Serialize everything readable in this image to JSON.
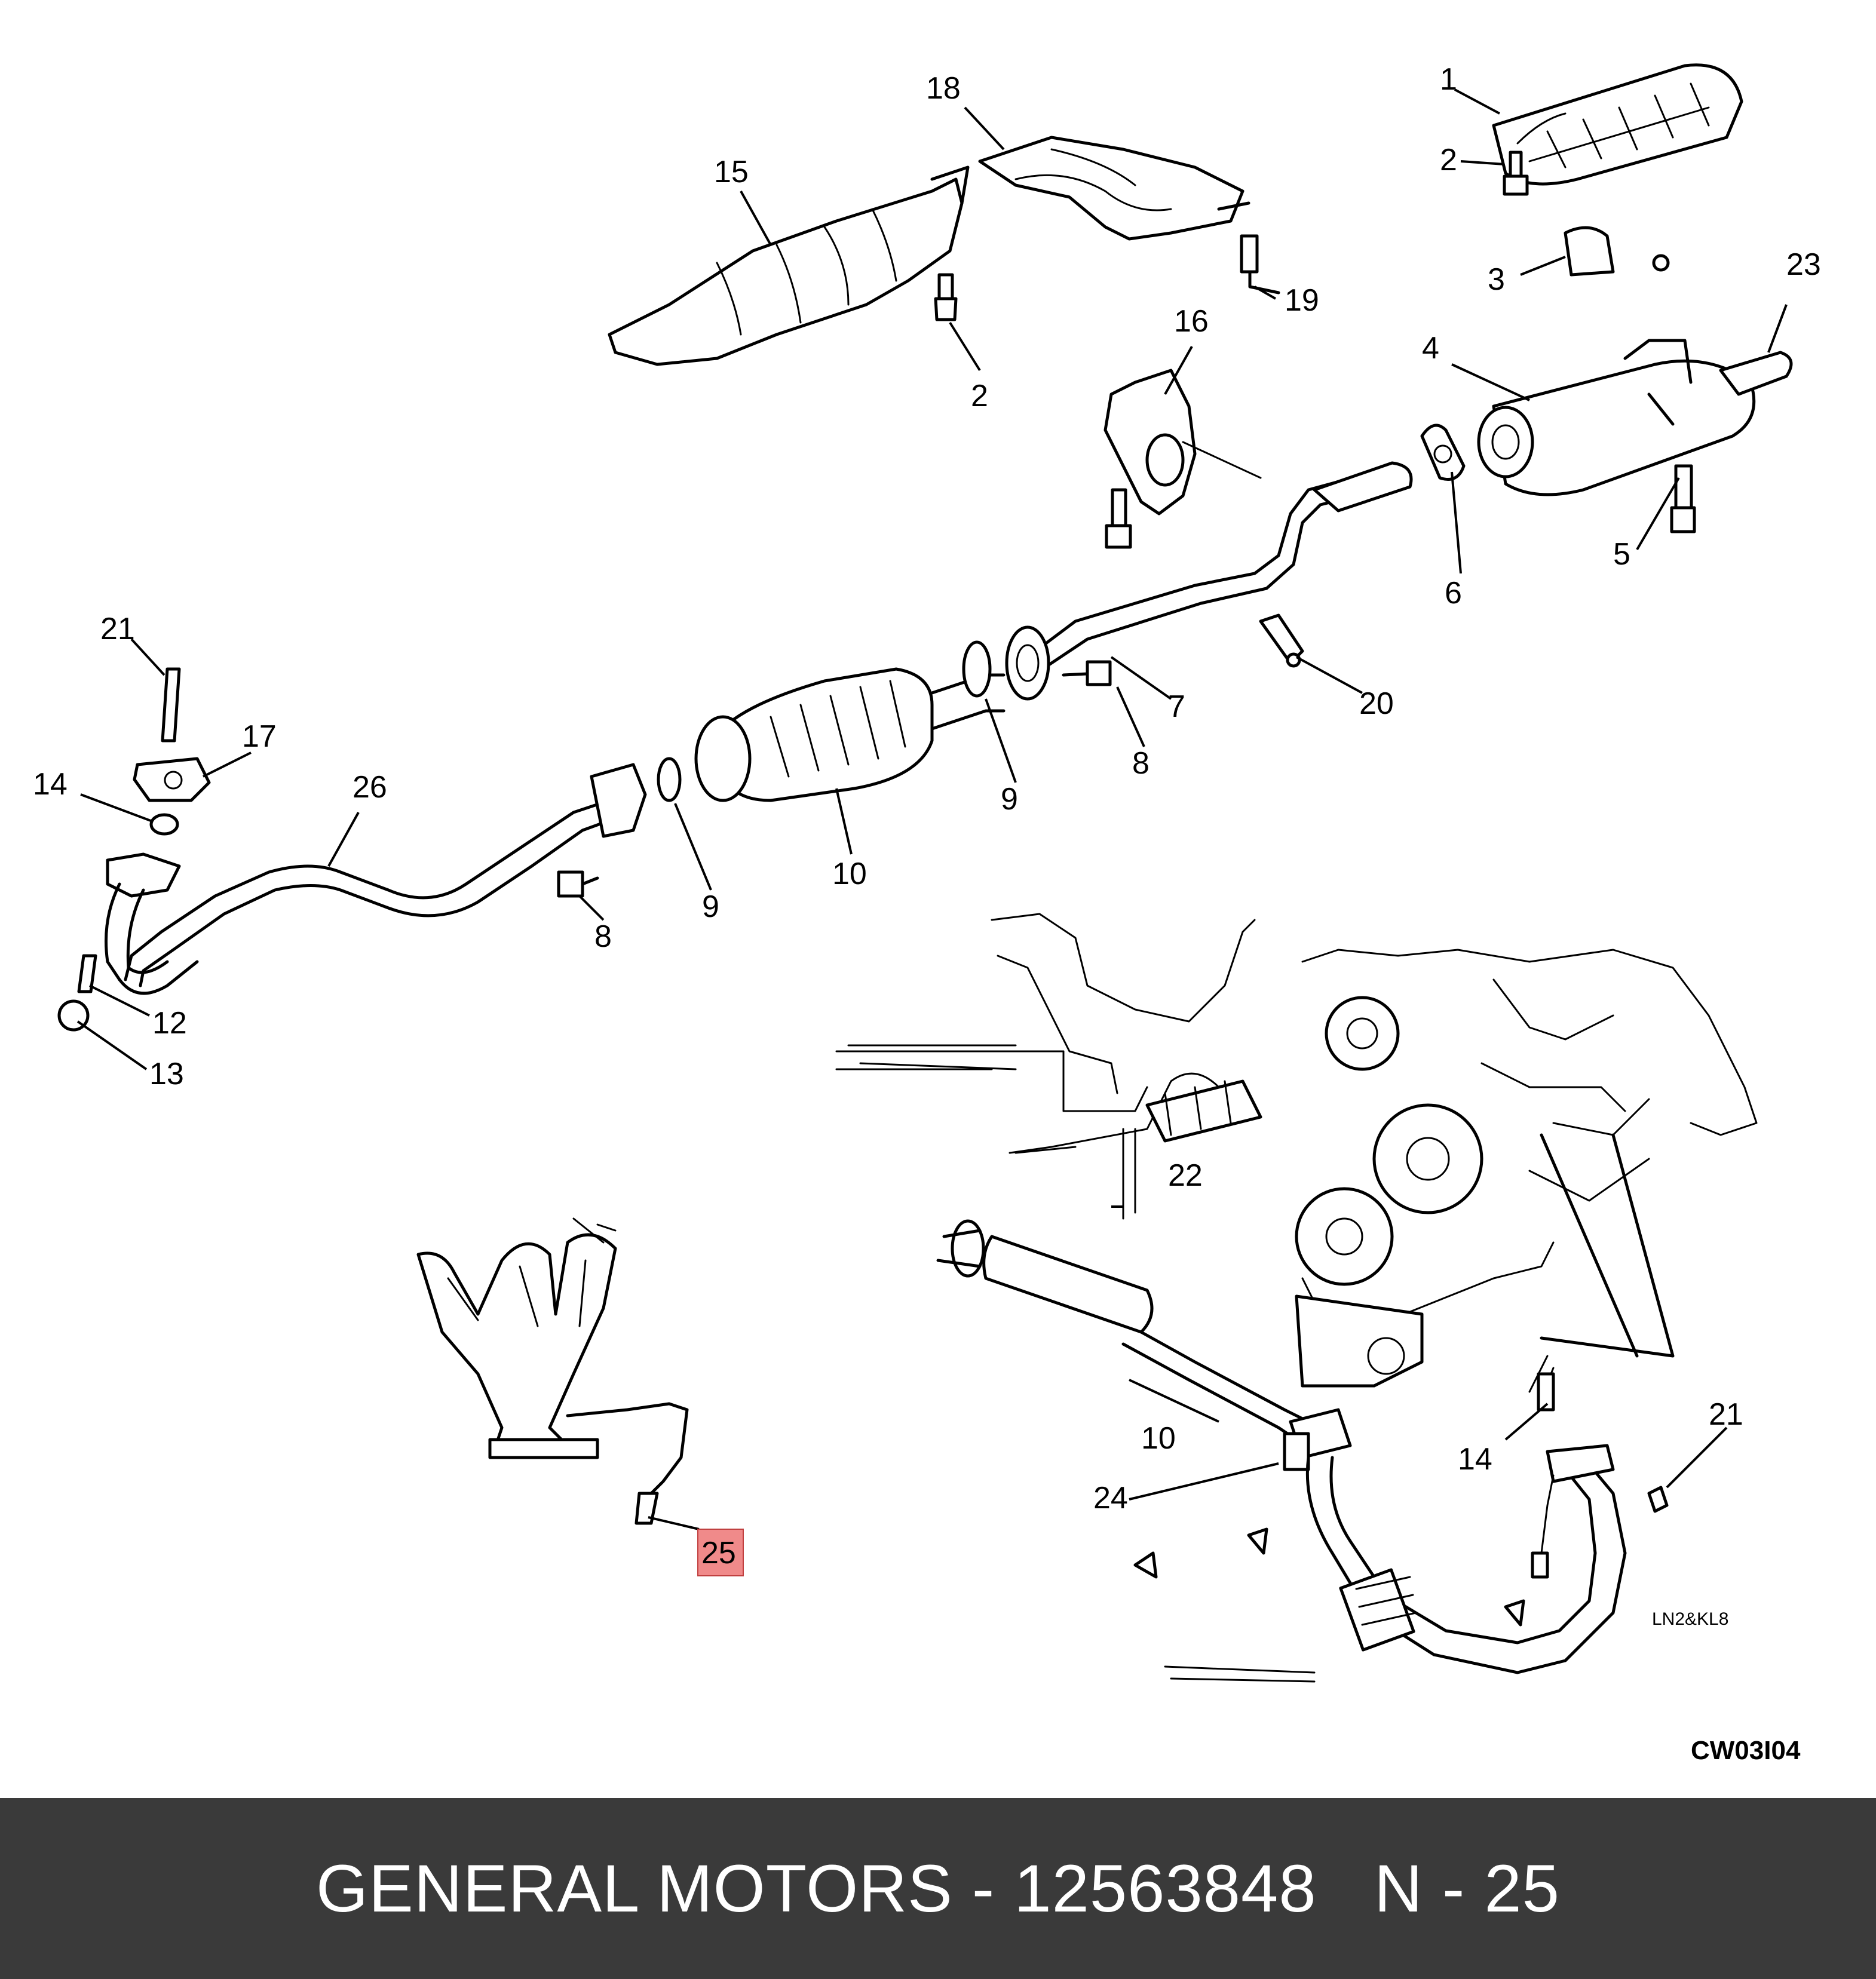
{
  "diagram": {
    "code": "CW03I04",
    "variant_label": "LN2&KL8",
    "highlight_color": "#f08a8a",
    "callouts": [
      {
        "id": "c1",
        "text": "1"
      },
      {
        "id": "c2a",
        "text": "2"
      },
      {
        "id": "c3",
        "text": "3"
      },
      {
        "id": "c23",
        "text": "23"
      },
      {
        "id": "c4",
        "text": "4"
      },
      {
        "id": "c5",
        "text": "5"
      },
      {
        "id": "c6",
        "text": "6"
      },
      {
        "id": "c18",
        "text": "18"
      },
      {
        "id": "c15",
        "text": "15"
      },
      {
        "id": "c2b",
        "text": "2"
      },
      {
        "id": "c19",
        "text": "19"
      },
      {
        "id": "c16",
        "text": "16"
      },
      {
        "id": "c20",
        "text": "20"
      },
      {
        "id": "c7",
        "text": "7"
      },
      {
        "id": "c8a",
        "text": "8"
      },
      {
        "id": "c9a",
        "text": "9"
      },
      {
        "id": "c10a",
        "text": "10"
      },
      {
        "id": "c9b",
        "text": "9"
      },
      {
        "id": "c8b",
        "text": "8"
      },
      {
        "id": "c21a",
        "text": "21"
      },
      {
        "id": "c17",
        "text": "17"
      },
      {
        "id": "c14a",
        "text": "14"
      },
      {
        "id": "c26",
        "text": "26"
      },
      {
        "id": "c12",
        "text": "12"
      },
      {
        "id": "c13",
        "text": "13"
      },
      {
        "id": "c22",
        "text": "22"
      },
      {
        "id": "c10b",
        "text": "10"
      },
      {
        "id": "c24",
        "text": "24"
      },
      {
        "id": "c14b",
        "text": "14"
      },
      {
        "id": "c21b",
        "text": "21"
      },
      {
        "id": "c25",
        "text": "25"
      }
    ]
  },
  "footer": {
    "text": "GENERAL MOTORS - 12563848   N - 25"
  }
}
